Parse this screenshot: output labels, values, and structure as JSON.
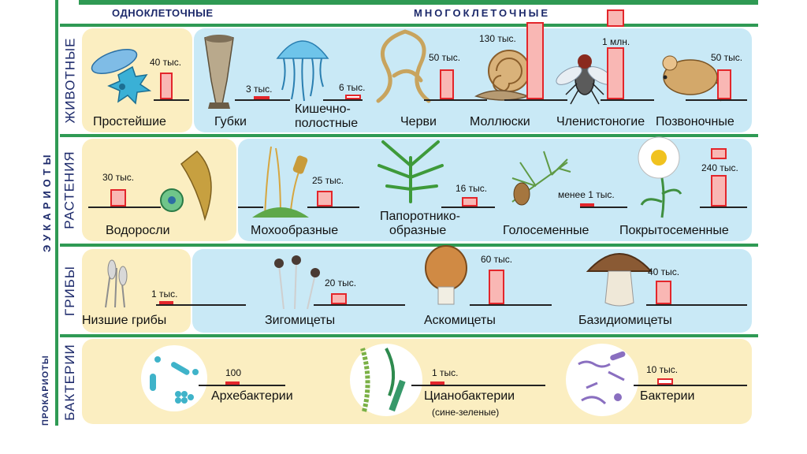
{
  "header": {
    "unicellular": "ОДНОКЛЕТОЧНЫЕ",
    "multicellular": "МНОГОКЛЕТОЧНЫЕ"
  },
  "domains": {
    "eukaryotes": "ЭУКАРИОТЫ",
    "prokaryotes": "ПРОКАРИОТЫ"
  },
  "rows": {
    "animals": {
      "label": "ЖИВОТНЫЕ",
      "groups": [
        {
          "name": "Простейшие",
          "value": "40 тыс."
        },
        {
          "name": "Губки",
          "value": "3 тыс."
        },
        {
          "name": "Кишечно-",
          "name2": "полостные",
          "value": "6 тыс."
        },
        {
          "name": "Черви",
          "value": "50 тыс."
        },
        {
          "name": "Моллюски",
          "value": "130 тыс."
        },
        {
          "name": "Членистоногие",
          "value": "1 млн."
        },
        {
          "name": "Позвоночные",
          "value": "50 тыс."
        }
      ]
    },
    "plants": {
      "label": "РАСТЕНИЯ",
      "groups": [
        {
          "name": "Водоросли",
          "value": "30 тыс."
        },
        {
          "name": "Мохообразные",
          "value": "25 тыс."
        },
        {
          "name": "Папоротнико-",
          "name2": "образные",
          "value": "16 тыс."
        },
        {
          "name": "Голосеменные",
          "value": "менее 1 тыс."
        },
        {
          "name": "Покрытосеменные",
          "value": "240 тыс."
        }
      ]
    },
    "fungi": {
      "label": "ГРИБЫ",
      "groups": [
        {
          "name": "Низшие грибы",
          "value": "1 тыс."
        },
        {
          "name": "Зигомицеты",
          "value": "20 тыс."
        },
        {
          "name": "Аскомицеты",
          "value": "60 тыс."
        },
        {
          "name": "Базидиомицеты",
          "value": "40 тыс."
        }
      ]
    },
    "bacteria": {
      "label": "БАКТЕРИИ",
      "groups": [
        {
          "name": "Архебактерии",
          "value": "100"
        },
        {
          "name": "Цианобактерии",
          "name2": "(сине-зеленые)",
          "value": "1 тыс."
        },
        {
          "name": "Бактерии",
          "value": "10 тыс."
        }
      ]
    }
  },
  "colors": {
    "green": "#2f9a54",
    "navy": "#1d2a6b",
    "bar_red": "#e3262b",
    "yellow_panel": "#fbeec1",
    "blue_panel": "#c9e9f6"
  }
}
